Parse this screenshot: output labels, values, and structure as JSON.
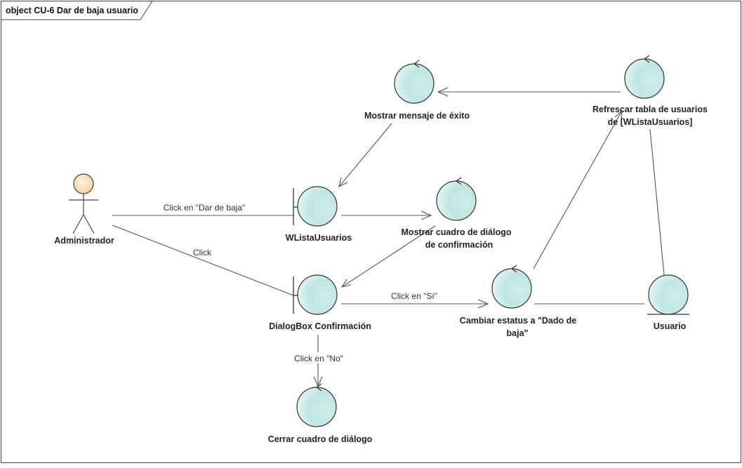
{
  "diagram": {
    "frame_title": "object CU-6 Dar de baja usuario",
    "actor": {
      "label": "Administrador"
    },
    "nodes": {
      "mostrar_exito": "Mostrar mensaje de éxito",
      "refrescar_line1": "Refrescar tabla de usuarios",
      "refrescar_line2": "de [WListaUsuarios]",
      "wlista": "WListaUsuarios",
      "mostrar_cuadro_line1": "Mostrar cuadro de diálogo",
      "mostrar_cuadro_line2": "de confirmación",
      "dialogbox": "DialogBox Confirmación",
      "cambiar_line1": "Cambiar estatus a \"Dado de",
      "cambiar_line2": "baja\"",
      "usuario": "Usuario",
      "cerrar": "Cerrar cuadro de diálogo"
    },
    "edges": {
      "click_dar_baja": "Click en \"Dar de baja\"",
      "click": "Click",
      "click_si": "Click en \"Sí\"",
      "click_no": "Click en \"No\""
    },
    "colors": {
      "object_fill_light": "#e6f7f5",
      "object_fill_dark": "#b8e3df",
      "actor_head_light": "#fdf0dc",
      "actor_head_dark": "#f7d09a",
      "line": "#555555"
    }
  }
}
